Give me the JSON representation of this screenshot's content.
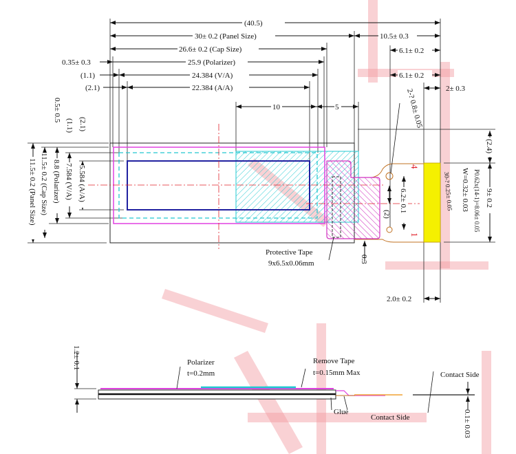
{
  "top_dims": {
    "overall": "(40.5)",
    "panel": "30± 0.2 (Panel Size)",
    "fpc": "10.5± 0.3",
    "cap": "26.6± 0.2 (Cap Size)",
    "fpc_a": "6.1± 0.2",
    "pol_offset": "0.35± 0.3",
    "polarizer": "25.9 (Polarizer)",
    "va_offset": "(1.1)",
    "va": "24.384 (V/A)",
    "fpc_b": "6.1± 0.2",
    "aa_offset": "(2.1)",
    "aa": "22.384 (A/A)",
    "stiff": "2± 0.3",
    "ten": "10",
    "five": "5"
  },
  "left_dims": {
    "aa_offset": "(2.1)",
    "va_offset": "(1.1)",
    "pol_offset": "0.5± 0.5",
    "aa": "5.584 (A/A)",
    "va": "7.584 (V/A)",
    "polarizer": "8.8 (Polarizer)",
    "cap": "11.5± 0.2 (Cap Size)",
    "panel": "11.5± 0.2 (Panel Size)"
  },
  "fpc": {
    "holes": "2-? 0.8± 0.05",
    "hole_pitch": "6.2± 0.1",
    "hole_offset": "(2)",
    "pin_4": "4",
    "pin_1": "1",
    "pin_width": "W=0.32± 0.03",
    "pitch": "P0.62x(14-1)=8.06± 0.05",
    "pad_len": "30-? 0.25± 0.05",
    "top_offset": "(2.4)",
    "width": "9± 0.2",
    "stiff_len": "2.0± 0.2",
    "gap": "0.3"
  },
  "protective_tape": {
    "label": "Protective Tape",
    "size": "9x6.5x0.06mm"
  },
  "side_view": {
    "thickness": "1.2± 0.1",
    "polarizer": "Polarizer",
    "polarizer_t": "t=0.2mm",
    "remove_tape": "Remove Tape",
    "remove_tape_t": "t=0.15mm Max",
    "glue": "Glue",
    "contact_side_top": "Contact Side",
    "contact_side_bottom": "Contact Side",
    "fpc_t": "0.1± 0.03"
  },
  "colors": {
    "polarizer": "#e040e0",
    "cap": "#20c8d0",
    "aa": "#2020a0",
    "tape": "#d030c0",
    "connector": "#f5f000",
    "fpc": "#c07020",
    "center": "#e0202a"
  }
}
